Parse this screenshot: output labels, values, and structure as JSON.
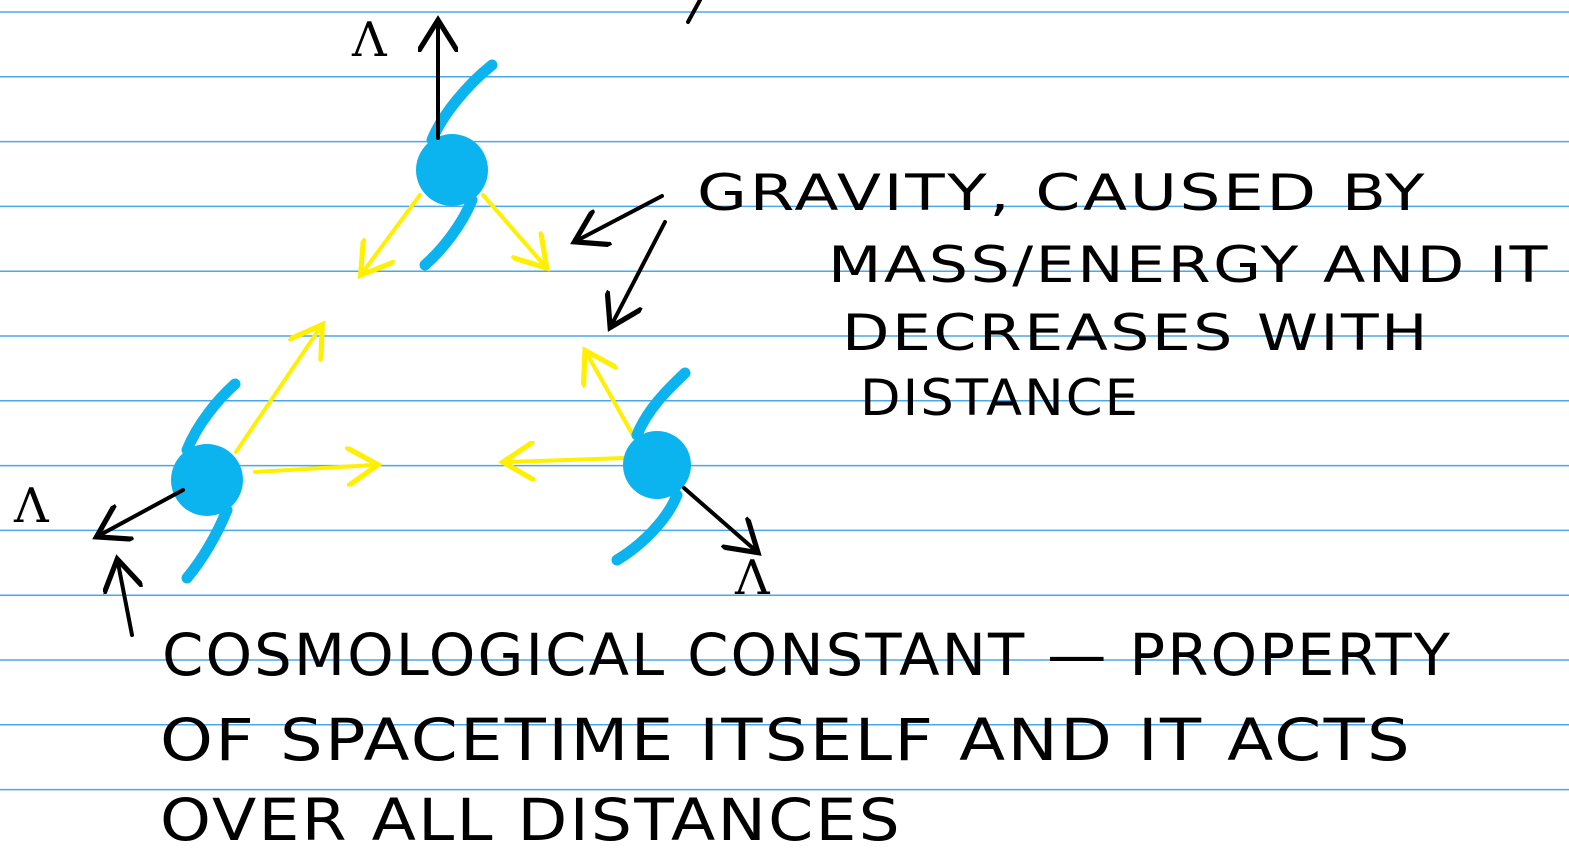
{
  "colors": {
    "rule_line": "#4aa8ea",
    "galaxy": "#0bb4ee",
    "gravity_arrow": "#ffef00",
    "ink": "#000000",
    "paper": "#ffffff"
  },
  "labels": {
    "lambda_symbol": "Λ",
    "gravity_line1": "GRAVITY, CAUSED BY",
    "gravity_line2": "MASS/ENERGY AND IT",
    "gravity_line3": "DECREASES WITH",
    "gravity_line4": "DISTANCE",
    "constant_line1": "COSMOLOGICAL CONSTANT — PROPERTY",
    "constant_line2": "OF SPACETIME ITSELF AND IT ACTS",
    "constant_line3": "OVER ALL DISTANCES"
  }
}
